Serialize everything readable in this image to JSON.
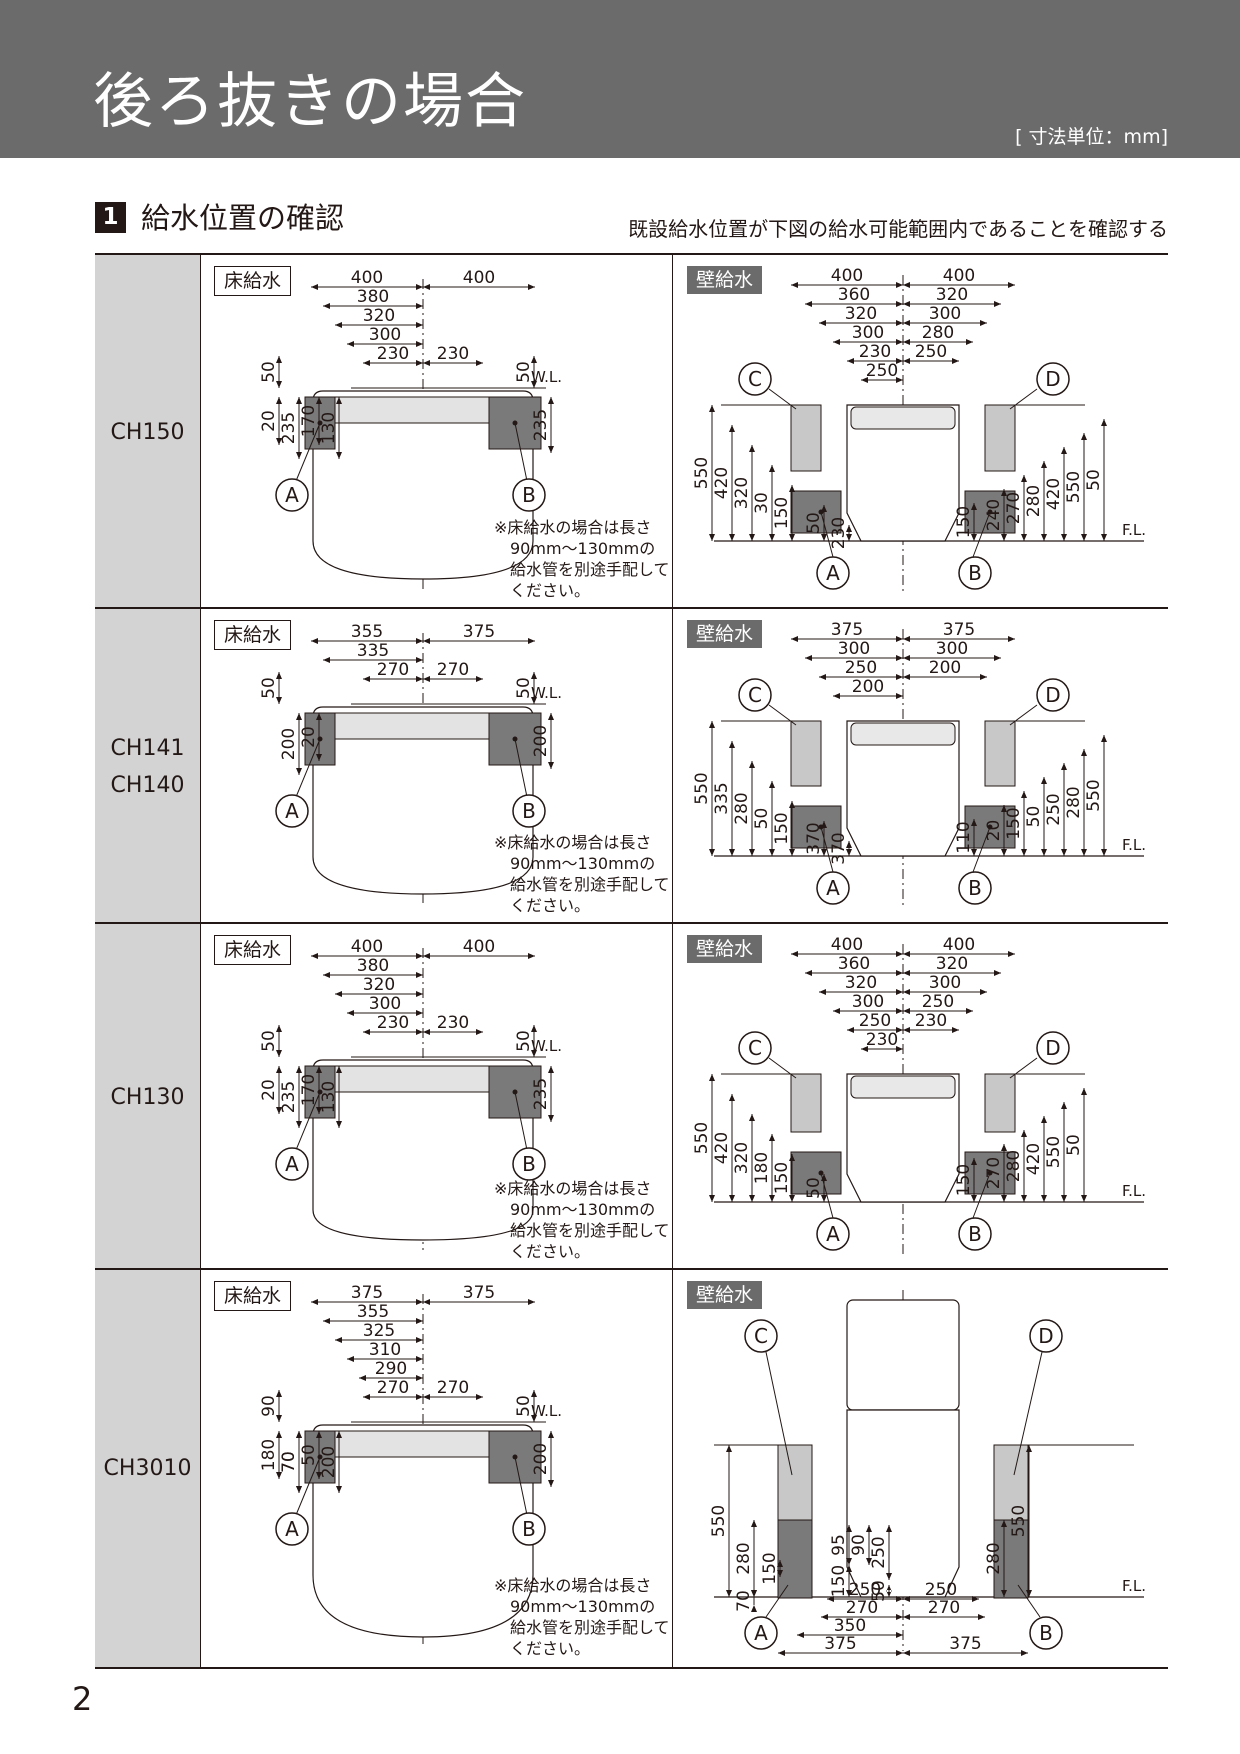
{
  "header": {
    "title": "後ろ抜きの場合",
    "unit": "[ 寸法単位：mm]"
  },
  "section": {
    "number": "1",
    "title": "給水位置の確認",
    "note": "既設給水位置が下図の給水可能範囲内であることを確認する"
  },
  "labels": {
    "floor": "床給水",
    "wall": "壁給水",
    "wl": "W.L.",
    "fl": "F.L.",
    "a": "A",
    "b": "B",
    "c": "C",
    "d": "D",
    "note_lines": [
      "※床給水の場合は長さ",
      "90mm～130mmの",
      "給水管を別途手配して",
      "ください。"
    ]
  },
  "rows": [
    {
      "models": [
        "CH150"
      ],
      "floor_widths": [
        "400",
        "400",
        "380",
        "320",
        "300",
        "230",
        "230"
      ],
      "floor_vertical": [
        "50",
        "235",
        "170",
        "130",
        "20",
        "50",
        "235"
      ],
      "wall_widths": [
        "400",
        "400",
        "360",
        "320",
        "320",
        "300",
        "300",
        "280",
        "230",
        "250",
        "250"
      ],
      "wall_vertical": [
        "550",
        "420",
        "320",
        "30",
        "150",
        "50",
        "230",
        "230",
        "150",
        "240",
        "270",
        "280",
        "420",
        "550",
        "50"
      ]
    },
    {
      "models": [
        "CH141",
        "CH140"
      ],
      "floor_widths": [
        "355",
        "375",
        "335",
        "270",
        "270"
      ],
      "floor_vertical": [
        "50",
        "200",
        "20",
        "50",
        "200"
      ],
      "wall_widths": [
        "375",
        "375",
        "300",
        "300",
        "250",
        "200",
        "200"
      ],
      "wall_vertical": [
        "550",
        "335",
        "280",
        "50",
        "150",
        "370",
        "370",
        "110",
        "20",
        "150",
        "50",
        "250",
        "280",
        "550"
      ]
    },
    {
      "models": [
        "CH130"
      ],
      "floor_widths": [
        "400",
        "400",
        "380",
        "320",
        "300",
        "230",
        "230"
      ],
      "floor_vertical": [
        "50",
        "235",
        "170",
        "130",
        "20",
        "50",
        "235"
      ],
      "wall_widths": [
        "400",
        "400",
        "360",
        "320",
        "320",
        "300",
        "300",
        "250",
        "250",
        "230",
        "230"
      ],
      "wall_vertical": [
        "550",
        "420",
        "320",
        "180",
        "150",
        "50",
        "150",
        "270",
        "280",
        "420",
        "550",
        "50"
      ]
    },
    {
      "models": [
        "CH3010"
      ],
      "floor_widths": [
        "375",
        "375",
        "355",
        "325",
        "310",
        "290",
        "270",
        "270"
      ],
      "floor_vertical": [
        "90",
        "70",
        "50",
        "200",
        "180",
        "70",
        "50",
        "200"
      ],
      "wall_widths": [
        "250",
        "250",
        "270",
        "270",
        "350",
        "375",
        "375"
      ],
      "wall_vertical": [
        "550",
        "280",
        "150",
        "70",
        "95",
        "90",
        "150",
        "250",
        "50",
        "550",
        "280"
      ]
    }
  ],
  "page_number": "2",
  "colors": {
    "header_bg": "#6b6b6b",
    "model_cell_bg": "#d3d3d3",
    "box_dark": "#7a7a7a",
    "box_light": "#c8c8c8"
  }
}
